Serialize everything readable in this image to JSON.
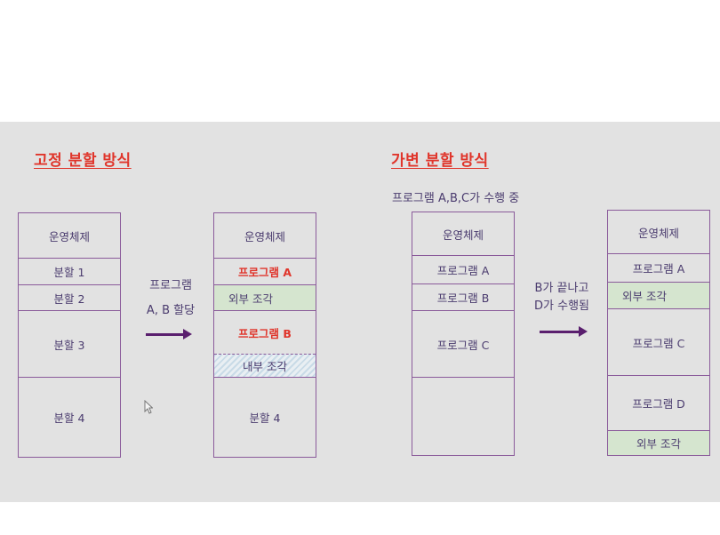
{
  "fixed": {
    "title": "고정 분할 방식",
    "before": [
      "운영체제",
      "분할 1",
      "분할 2",
      "분할 3",
      "분할 4"
    ],
    "arrow_label_1": "프로그램",
    "arrow_label_2": "A, B 할당",
    "after": [
      "운영체제",
      "프로그램 A",
      "외부 조각",
      "프로그램 B",
      "내부 조각",
      "분할 4"
    ]
  },
  "variable": {
    "title": "가변 분할 방식",
    "subtitle": "프로그램 A,B,C가 수행 중",
    "before": [
      "운영체제",
      "프로그램 A",
      "프로그램 B",
      "프로그램 C",
      ""
    ],
    "arrow_label_1": "B가 끝나고",
    "arrow_label_2": "D가 수행됨",
    "after": [
      "운영체제",
      "프로그램 A",
      "외부 조각",
      "프로그램 C",
      "프로그램 D",
      "외부 조각"
    ]
  },
  "colors": {
    "accent_red": "#e0352b",
    "border_purple": "#8a5a9a",
    "arrow": "#5a1f6e",
    "fragment_green": "#d5e5cf"
  }
}
